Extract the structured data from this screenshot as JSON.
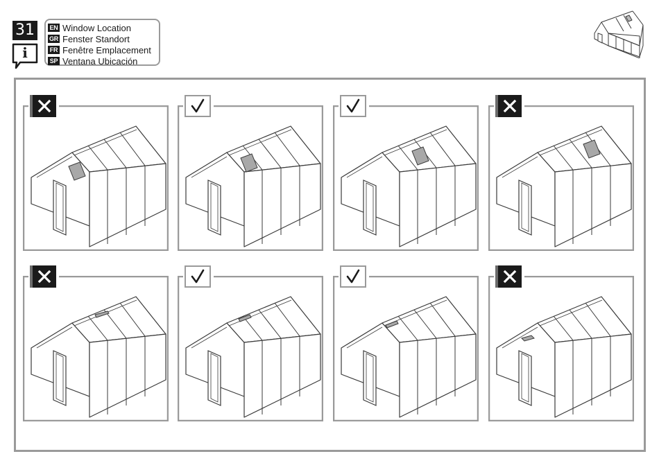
{
  "step": {
    "number": "31",
    "info_glyph": "i"
  },
  "title": {
    "languages": [
      {
        "code": "EN",
        "text": "Window Location"
      },
      {
        "code": "GR",
        "text": "Fenster Standort"
      },
      {
        "code": "FR",
        "text": "Fenêtre Emplacement"
      },
      {
        "code": "SP",
        "text": "Ventana Ubicación"
      }
    ]
  },
  "icons": {
    "step": "step-number-badge",
    "info": "info-speech-icon",
    "thumbnail": "greenhouse-thumbnail-icon",
    "correct": "check-icon",
    "incorrect": "cross-icon"
  },
  "panels": [
    {
      "view": "open",
      "mark": "incorrect",
      "window_section": 1
    },
    {
      "view": "open",
      "mark": "correct",
      "window_section": 2
    },
    {
      "view": "open",
      "mark": "correct",
      "window_section": 3
    },
    {
      "view": "open",
      "mark": "incorrect",
      "window_section": 4
    },
    {
      "view": "closed",
      "mark": "incorrect",
      "window_section": 1
    },
    {
      "view": "closed",
      "mark": "correct",
      "window_section": 2
    },
    {
      "view": "closed",
      "mark": "correct",
      "window_section": 3
    },
    {
      "view": "closed",
      "mark": "incorrect",
      "window_section": 4
    }
  ],
  "colors": {
    "ink": "#1a1a1a",
    "frame": "#9a9a9a",
    "window_fill": "#a8a8a8",
    "line": "#3a3a3a"
  }
}
